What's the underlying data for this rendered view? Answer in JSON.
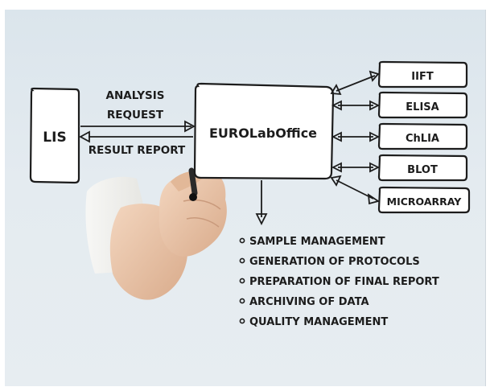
{
  "diagram": {
    "lis_label": "LIS",
    "central_label": "EUROLabOffice",
    "analysis_request": [
      "ANALYSIS",
      "REQUEST"
    ],
    "result_report": "RESULT REPORT",
    "devices": [
      "IIFT",
      "ELISA",
      "ChLIA",
      "BLOT",
      "MICROARRAY"
    ],
    "features": [
      "SAMPLE MANAGEMENT",
      "GENERATION OF PROTOCOLS",
      "PREPARATION OF FINAL REPORT",
      "ARCHIVING OF DATA",
      "QUALITY MANAGEMENT"
    ]
  },
  "colors": {
    "background": "#e3eaef",
    "ink": "#1c1c1c",
    "box_fill": "#ffffff",
    "skin": "#e9c4a6"
  },
  "decoration": [
    "hand-with-marker-image"
  ]
}
